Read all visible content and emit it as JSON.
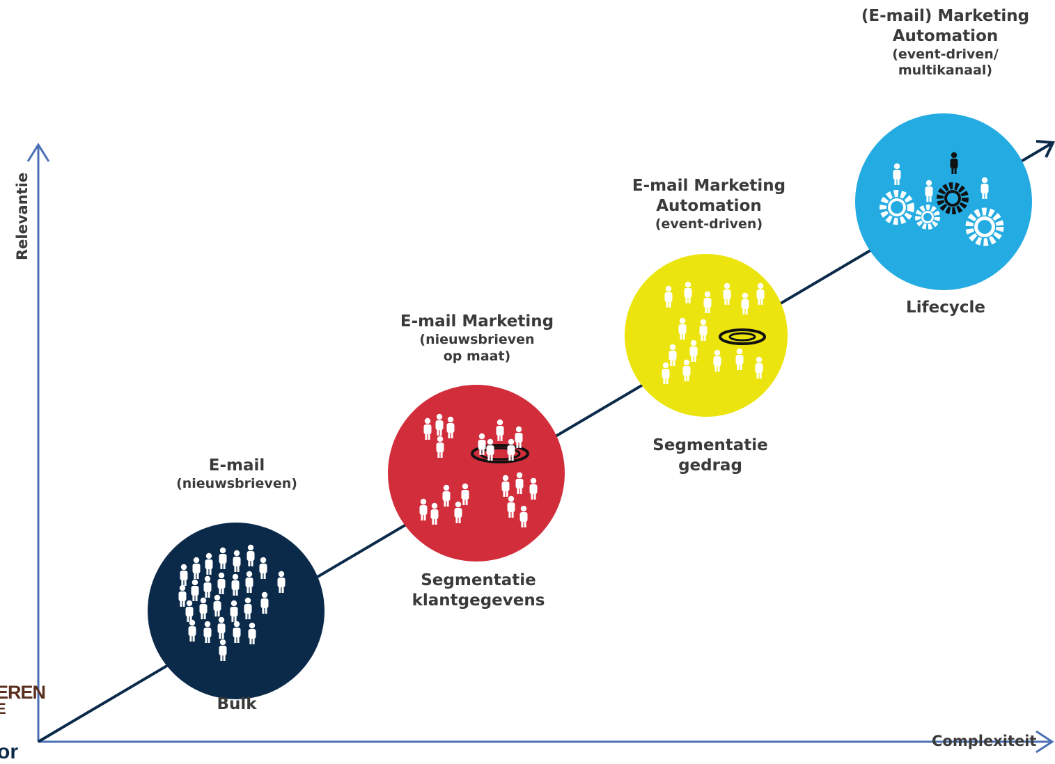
{
  "axes": {
    "x_label": "Complexiteit",
    "y_label": "Relevantie",
    "color": "#4a6fb5"
  },
  "trend_line_color": "#0b2a4a",
  "watermark": {
    "top": "EREN",
    "bottom": "E",
    "fragment": "or"
  },
  "stages": [
    {
      "id": "bulk",
      "title": "E-mail",
      "subtitle": [
        "(nieuwsbrieven)"
      ],
      "caption": [
        "Bulk"
      ],
      "circle_color": "#0b2a4a",
      "icon": "crowd-icon"
    },
    {
      "id": "segment-klant",
      "title": "E-mail Marketing",
      "subtitle": [
        "(nieuwsbrieven",
        "op maat)"
      ],
      "caption": [
        "Segmentatie",
        "klantgegevens"
      ],
      "circle_color": "#d22d3b",
      "icon": "segmented-groups-icon"
    },
    {
      "id": "segment-gedrag",
      "title": "E-mail Marketing",
      "title2": "Automation",
      "subtitle": [
        "(event-driven)"
      ],
      "caption": [
        "Segmentatie",
        "gedrag"
      ],
      "circle_color": "#ece40e",
      "icon": "target-person-icon"
    },
    {
      "id": "lifecycle",
      "title": "(E-mail) Marketing",
      "title2": "Automation",
      "subtitle": [
        "(event-driven/",
        "multikanaal)"
      ],
      "caption": [
        "Lifecycle"
      ],
      "circle_color": "#23abe2",
      "icon": "gears-people-icon"
    }
  ]
}
